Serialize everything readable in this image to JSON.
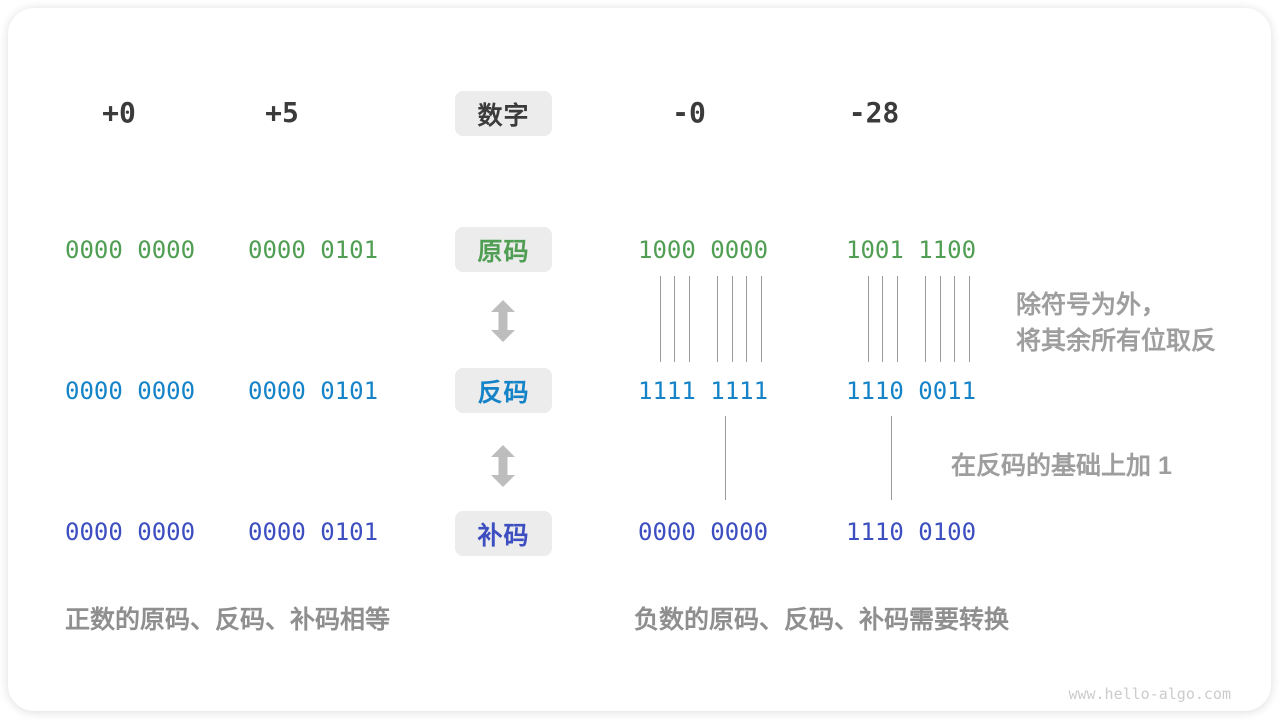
{
  "headers": [
    "+0",
    "+5",
    "数字",
    "-0",
    "-28"
  ],
  "rows": [
    {
      "label": "原码",
      "color": "#509E53",
      "values": [
        "0000 0000",
        "0000 0101",
        "1000 0000",
        "1001 1100"
      ]
    },
    {
      "label": "反码",
      "color": "#1583C8",
      "values": [
        "0000 0000",
        "0000 0101",
        "1111 1111",
        "1110 0011"
      ]
    },
    {
      "label": "补码",
      "color": "#3C4EC0",
      "values": [
        "0000 0000",
        "0000 0101",
        "0000 0000",
        "1110 0100"
      ]
    }
  ],
  "annotations": {
    "flip_line1": "除符号为外，",
    "flip_line2": "将其余所有位取反",
    "add_one": "在反码的基础上加 1"
  },
  "captions": {
    "positive": "正数的原码、反码、补码相等",
    "negative": "负数的原码、反码、补码需要转换"
  },
  "footer": "www.hello-algo.com",
  "colors": {
    "header_text": "#3b3b3b",
    "sign_magnitude": "#509E53",
    "ones_complement": "#1583C8",
    "twos_complement": "#3C4EC0",
    "annotation_gray": "#9e9e9e",
    "box_bg": "#ececec",
    "arrow_gray": "#bdbdbd",
    "line_gray": "#9b9b9b"
  }
}
